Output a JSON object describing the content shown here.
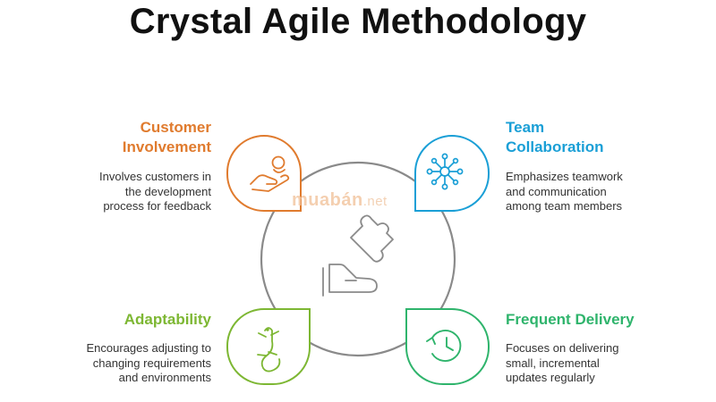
{
  "title": "Crystal Agile Methodology",
  "colors": {
    "customer": "#E07B2E",
    "team": "#1A9FD6",
    "adaptability": "#7DB733",
    "delivery": "#2FB46C",
    "circle": "#8A8A8A"
  },
  "icons": {
    "customer": "hand-person-icon",
    "team": "network-icon",
    "adaptability": "lizard-icon",
    "delivery": "clock-rewind-icon",
    "center": "puzzle-hand-icon"
  },
  "watermark": {
    "brand": "muabán",
    "suffix": ".net"
  },
  "quadrants": {
    "customer": {
      "heading_lines": [
        "Customer",
        "Involvement"
      ],
      "desc_lines": [
        "Involves customers in",
        "the development",
        "process for feedback"
      ]
    },
    "team": {
      "heading_lines": [
        "Team",
        "Collaboration"
      ],
      "desc_lines": [
        "Emphasizes teamwork",
        "and communication",
        "among team members"
      ]
    },
    "adaptability": {
      "heading_lines": [
        "Adaptability"
      ],
      "desc_lines": [
        "Encourages adjusting to",
        "changing requirements",
        "and environments"
      ]
    },
    "delivery": {
      "heading_lines": [
        "Frequent Delivery"
      ],
      "desc_lines": [
        "Focuses on delivering",
        "small, incremental",
        "updates regularly"
      ]
    }
  }
}
